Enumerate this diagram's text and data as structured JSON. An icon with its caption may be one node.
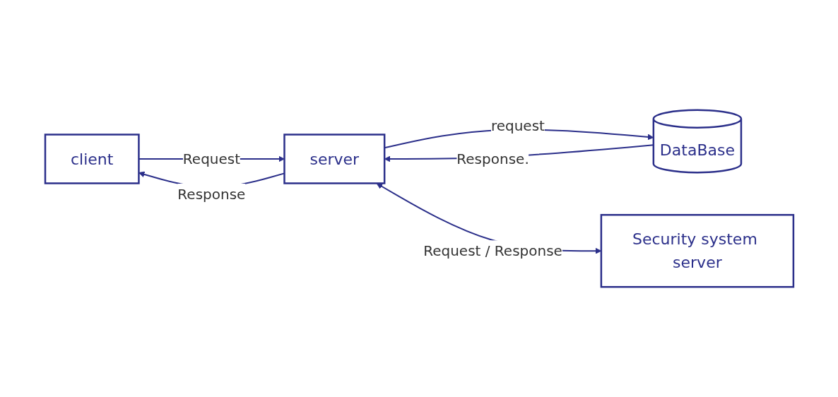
{
  "diagram": {
    "nodes": [
      {
        "text": [
          "client"
        ]
      },
      {
        "text": [
          "server"
        ]
      },
      {
        "text": [
          "DataBase"
        ]
      },
      {
        "text": [
          "Security system server"
        ]
      }
    ],
    "edges": [
      {
        "from": 0,
        "to": 1,
        "arrow": "to",
        "label": "Request"
      },
      {
        "from": 1,
        "to": 0,
        "arrow": "to",
        "label": "Response"
      },
      {
        "from": 1,
        "to": 2,
        "arrow": "to",
        "label": "request"
      },
      {
        "from": 2,
        "to": 1,
        "arrow": "to",
        "label": "Response."
      },
      {
        "from": 1,
        "to": 3,
        "arrow": "both",
        "label": "Request / Response"
      }
    ]
  }
}
